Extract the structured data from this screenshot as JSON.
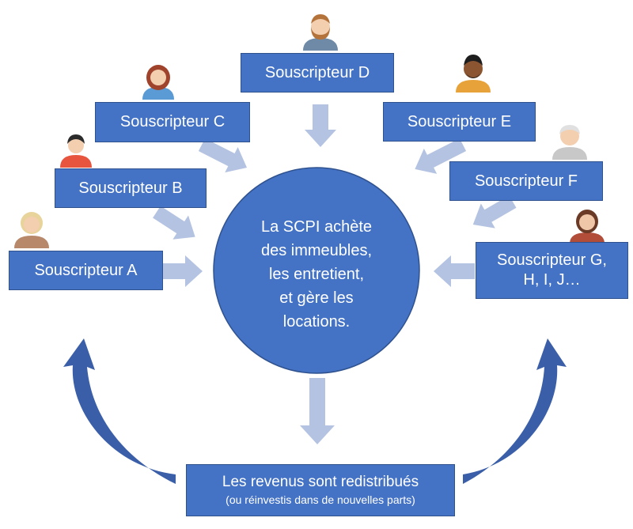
{
  "colors": {
    "box_fill": "#4472c4",
    "box_border": "#2f528f",
    "arrow": "#b4c3e1",
    "curved_arrow": "#3a5fa8",
    "text": "#ffffff"
  },
  "subscribers": {
    "a": {
      "label": "Souscripteur A",
      "icon": "woman-blonde-avatar-icon"
    },
    "b": {
      "label": "Souscripteur B",
      "icon": "young-man-avatar-icon"
    },
    "c": {
      "label": "Souscripteur C",
      "icon": "woman-redhead-avatar-icon"
    },
    "d": {
      "label": "Souscripteur D",
      "icon": "bearded-man-avatar-icon"
    },
    "e": {
      "label": "Souscripteur E",
      "icon": "dark-skin-man-avatar-icon"
    },
    "f": {
      "label": "Souscripteur F",
      "icon": "elderly-man-avatar-icon"
    },
    "g": {
      "label_line1": "Souscripteur G,",
      "label_line2": "H, I, J…",
      "icon": "woman-brunette-avatar-icon"
    }
  },
  "center": {
    "line1": "La SCPI achète",
    "line2": "des immeubles,",
    "line3": "les entretient,",
    "line4": "et gère les",
    "line5": "locations."
  },
  "bottom": {
    "main": "Les revenus sont redistribués",
    "sub": "(ou réinvestis dans de nouvelles parts)"
  }
}
